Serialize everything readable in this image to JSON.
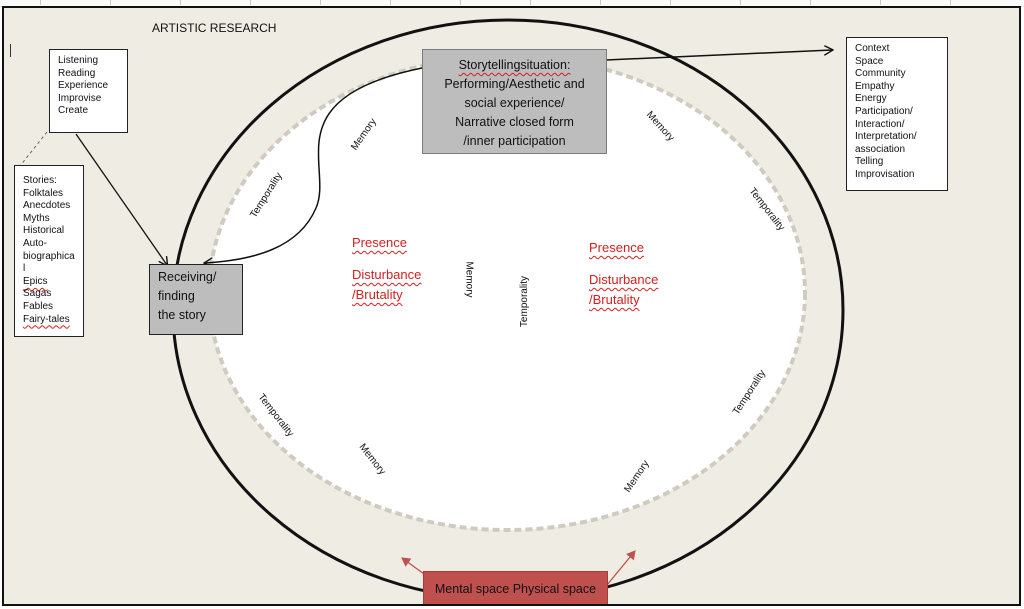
{
  "title": "ARTISTIC RESEARCH",
  "practices_box": {
    "items": [
      "Listening",
      "Reading",
      "Experience",
      "Improvise",
      "Create"
    ]
  },
  "stories_box": {
    "items": [
      "Stories:",
      "Folktales",
      "Anecdotes",
      "Myths",
      "Historical",
      "Auto-",
      "biographica",
      "l",
      "Epics",
      "Sagas",
      "Fables",
      "Fairy-tales"
    ]
  },
  "context_box": {
    "items": [
      "Context",
      "Space",
      "Community",
      "Empathy",
      "Energy",
      "Participation/",
      "Interaction/",
      "Interpretation/",
      "association",
      "Telling",
      "Improvisation"
    ]
  },
  "storytelling_box": {
    "lines": [
      "Storytellingsituation:",
      "Performing/Aesthetic and",
      "social experience/",
      "Narrative closed form",
      "/inner participation"
    ]
  },
  "receiving_box": {
    "lines": [
      "Receiving/",
      "finding",
      "the story"
    ]
  },
  "mental_space_label": "Mental space Physical space",
  "ring_labels": {
    "memory": "Memory",
    "temporality": "Temporality"
  },
  "center_left": {
    "presence": "Presence",
    "disturbance": "Disturbance",
    "brutality": "/Brutality"
  },
  "center_right": {
    "presence": "Presence",
    "disturbance": "Disturbance",
    "brutality": "/Brutality"
  },
  "colors": {
    "page_background": "#eeece3",
    "inner_fill": "#ffffff",
    "gray_box": "#bdbdbd",
    "red_box": "#c0504d",
    "accent_red": "#d21f1f"
  }
}
